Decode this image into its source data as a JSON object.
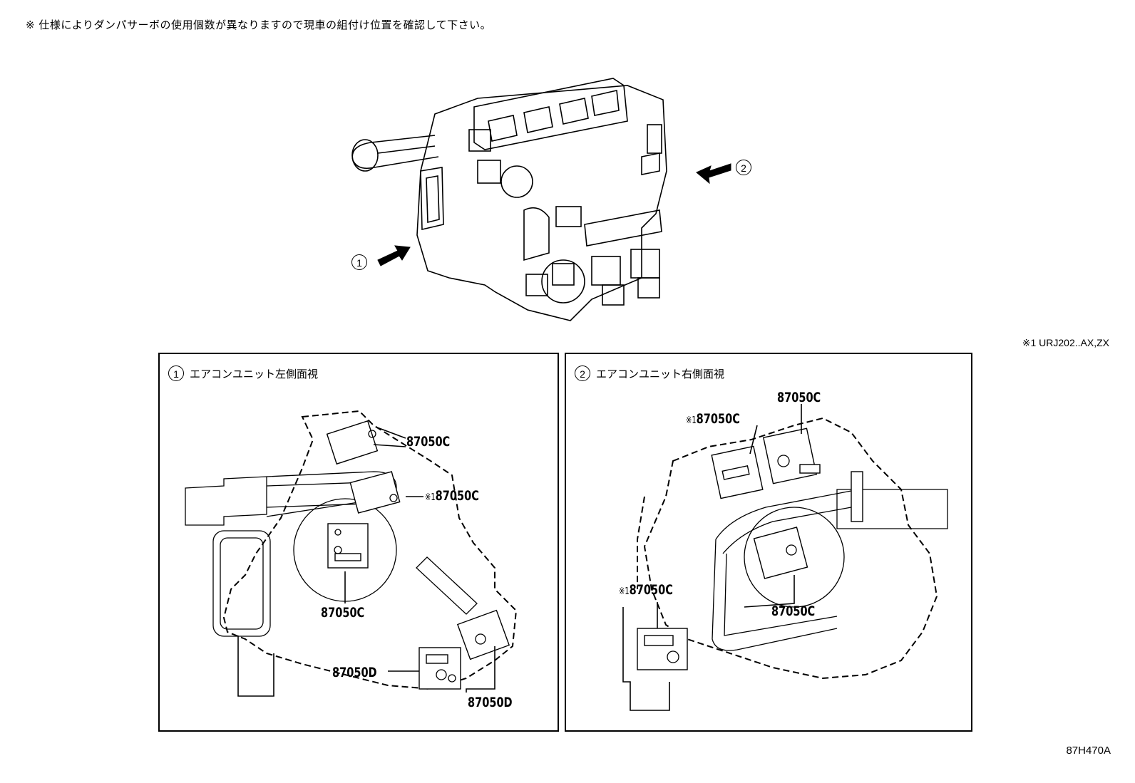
{
  "note": "※ 仕様によりダンパサーボの使用個数が異なりますので現車の組付け位置を確認して下さい。",
  "footnote": "※1 URJ202..AX,ZX",
  "drawing_id": "87H470A",
  "overview": {
    "arrow_left_num": "1",
    "arrow_right_num": "2"
  },
  "panels": [
    {
      "num": "1",
      "title": "エアコンユニット左側面視",
      "labels": [
        {
          "star": "",
          "part": "87050C"
        },
        {
          "star": "※1",
          "part": "87050C"
        },
        {
          "star": "",
          "part": "87050C"
        },
        {
          "star": "",
          "part": "87050D"
        },
        {
          "star": "",
          "part": "87050D"
        }
      ]
    },
    {
      "num": "2",
      "title": "エアコンユニット右側面視",
      "labels": [
        {
          "star": "",
          "part": "87050C"
        },
        {
          "star": "※1",
          "part": "87050C"
        },
        {
          "star": "※1",
          "part": "87050C"
        },
        {
          "star": "",
          "part": "87050C"
        }
      ]
    }
  ]
}
